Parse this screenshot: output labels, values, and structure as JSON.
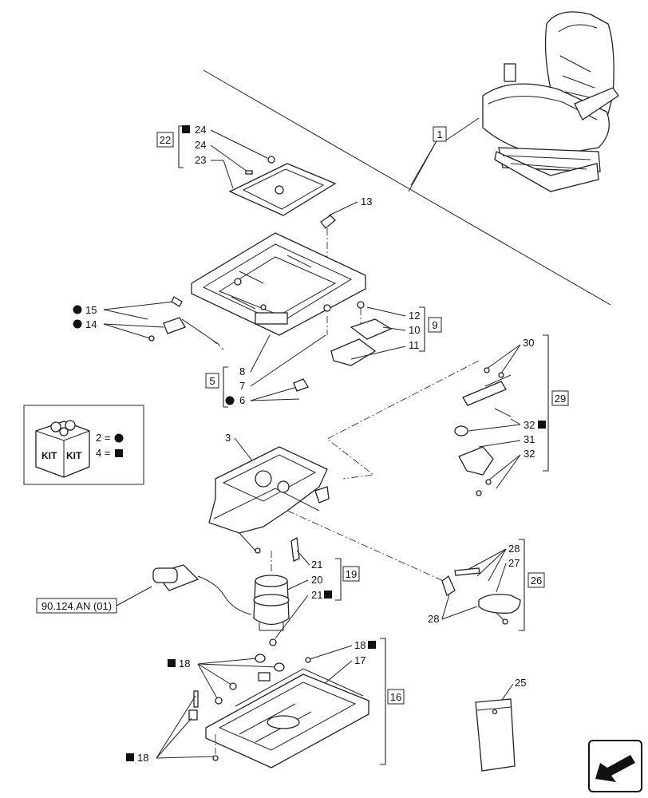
{
  "labels": {
    "ref_1": "1",
    "ref_22": "22",
    "ref_24a": "24",
    "ref_24b": "24",
    "ref_23": "23",
    "ref_13": "13",
    "ref_15": "15",
    "ref_14": "14",
    "ref_12": "12",
    "ref_10": "10",
    "ref_11": "11",
    "ref_9": "9",
    "ref_8": "8",
    "ref_7": "7",
    "ref_5": "5",
    "ref_6": "6",
    "ref_30": "30",
    "ref_29": "29",
    "ref_32a": "32",
    "ref_31": "31",
    "ref_32b": "32",
    "ref_3": "3",
    "ref_21a": "21",
    "ref_20": "20",
    "ref_21b": "21",
    "ref_19": "19",
    "ref_28a": "28",
    "ref_27": "27",
    "ref_26": "26",
    "ref_28b": "28",
    "ref_18a": "18",
    "ref_17": "17",
    "ref_18b": "18",
    "ref_16": "16",
    "ref_18c": "18",
    "ref_25": "25",
    "external_ref": "90.124.AN (01)"
  },
  "kit_legend": {
    "kit_text_1": "KIT",
    "kit_text_2": "KIT",
    "line_circle": "2 =",
    "line_square": "4 ="
  },
  "icons": [
    "kit-box-icon",
    "filled-circle-icon",
    "filled-square-icon",
    "next-page-arrow-icon"
  ]
}
